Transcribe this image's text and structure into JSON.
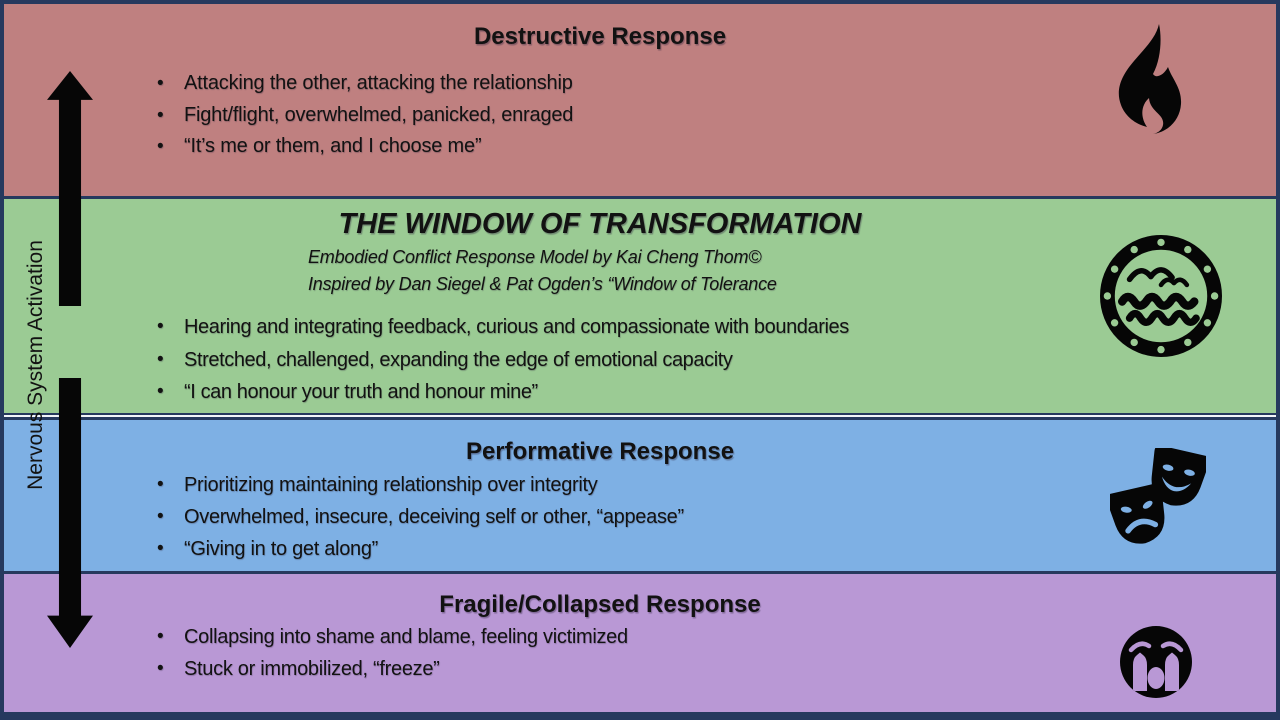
{
  "colors": {
    "navy": "#26395E",
    "red": "#BF8080",
    "green": "#9BCB94",
    "blue": "#7EB0E4",
    "purple": "#B998D5",
    "ink": "#121212",
    "hairline": "#F2F5FA"
  },
  "axis": {
    "label": "Nervous System Activation"
  },
  "bands": [
    {
      "name": "destructive",
      "title": "Destructive Response",
      "bullets": [
        "Attacking the other, attacking the relationship",
        "Fight/flight, overwhelmed, panicked, enraged",
        "“It’s me or them, and I choose me”"
      ],
      "icon": "flame-icon"
    },
    {
      "name": "window-of-transformation",
      "title": "THE WINDOW OF TRANSFORMATION",
      "subtitle_line1": "Embodied Conflict Response Model by Kai Cheng Thom©",
      "subtitle_line2": "Inspired by Dan Siegel & Pat Ogden’s “Window of Tolerance",
      "bullets": [
        "Hearing and integrating feedback, curious and compassionate with boundaries",
        "Stretched, challenged, expanding the edge of emotional capacity",
        "“I can honour your truth and honour mine”"
      ],
      "icon": "porthole-waves-icon"
    },
    {
      "name": "performative",
      "title": "Performative Response",
      "bullets": [
        "Prioritizing maintaining relationship over integrity",
        "Overwhelmed, insecure, deceiving self or other, “appease”",
        "“Giving in to get along”"
      ],
      "icon": "theater-masks-icon"
    },
    {
      "name": "fragile-collapsed",
      "title": "Fragile/Collapsed Response",
      "bullets": [
        "Collapsing into shame and blame, feeling victimized",
        "Stuck or immobilized, “freeze”"
      ],
      "icon": "crying-face-icon"
    }
  ]
}
